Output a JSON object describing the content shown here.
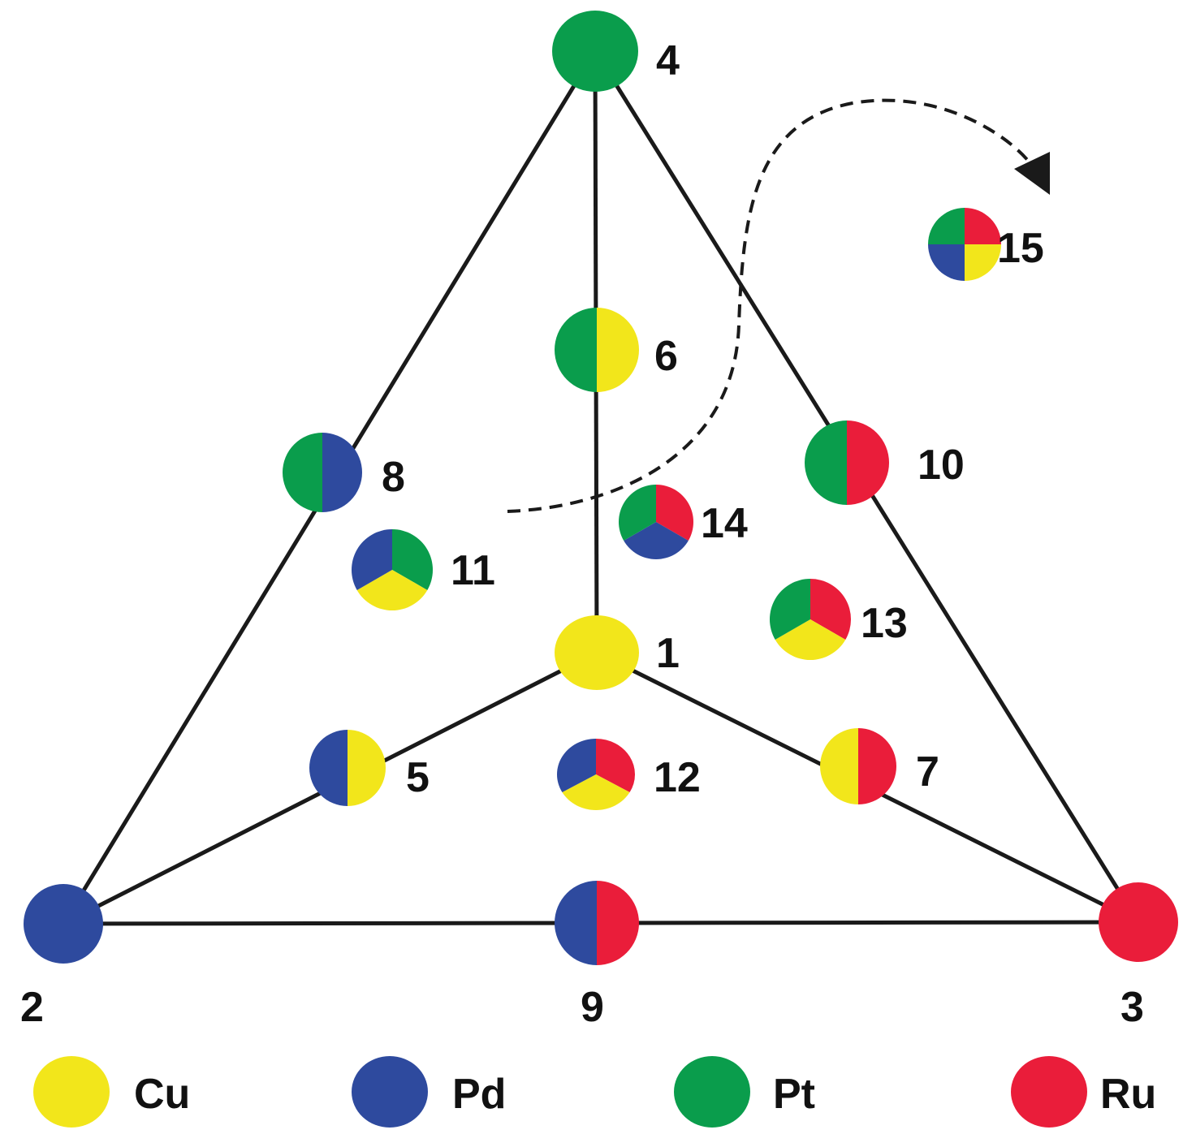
{
  "colors": {
    "Cu": "#f2e61b",
    "Pd": "#2e4a9e",
    "Pt": "#0a9d4c",
    "Ru": "#ea1d3a",
    "line": "#1a1a1a"
  },
  "nodes": [
    {
      "id": "1",
      "label": "1",
      "elements": [
        "Cu"
      ]
    },
    {
      "id": "2",
      "label": "2",
      "elements": [
        "Pd"
      ]
    },
    {
      "id": "3",
      "label": "3",
      "elements": [
        "Ru"
      ]
    },
    {
      "id": "4",
      "label": "4",
      "elements": [
        "Pt"
      ]
    },
    {
      "id": "5",
      "label": "5",
      "elements": [
        "Pd",
        "Cu"
      ]
    },
    {
      "id": "6",
      "label": "6",
      "elements": [
        "Pt",
        "Cu"
      ]
    },
    {
      "id": "7",
      "label": "7",
      "elements": [
        "Cu",
        "Ru"
      ]
    },
    {
      "id": "8",
      "label": "8",
      "elements": [
        "Pt",
        "Pd"
      ]
    },
    {
      "id": "9",
      "label": "9",
      "elements": [
        "Pd",
        "Ru"
      ]
    },
    {
      "id": "10",
      "label": "10",
      "elements": [
        "Pt",
        "Ru"
      ]
    },
    {
      "id": "11",
      "label": "11",
      "elements": [
        "Pt",
        "Cu",
        "Pd"
      ]
    },
    {
      "id": "12",
      "label": "12",
      "elements": [
        "Ru",
        "Cu",
        "Pd"
      ]
    },
    {
      "id": "13",
      "label": "13",
      "elements": [
        "Ru",
        "Cu",
        "Pt"
      ]
    },
    {
      "id": "14",
      "label": "14",
      "elements": [
        "Ru",
        "Pd",
        "Pt"
      ]
    },
    {
      "id": "15",
      "label": "15",
      "elements": [
        "Ru",
        "Cu",
        "Pd",
        "Pt"
      ]
    }
  ],
  "edges": [
    [
      "4",
      "2"
    ],
    [
      "4",
      "3"
    ],
    [
      "2",
      "3"
    ],
    [
      "4",
      "1"
    ],
    [
      "2",
      "1"
    ],
    [
      "3",
      "1"
    ]
  ],
  "legend": [
    {
      "element": "Cu",
      "label": "Cu"
    },
    {
      "element": "Pd",
      "label": "Pd"
    },
    {
      "element": "Pt",
      "label": "Pt"
    },
    {
      "element": "Ru",
      "label": "Ru"
    }
  ]
}
